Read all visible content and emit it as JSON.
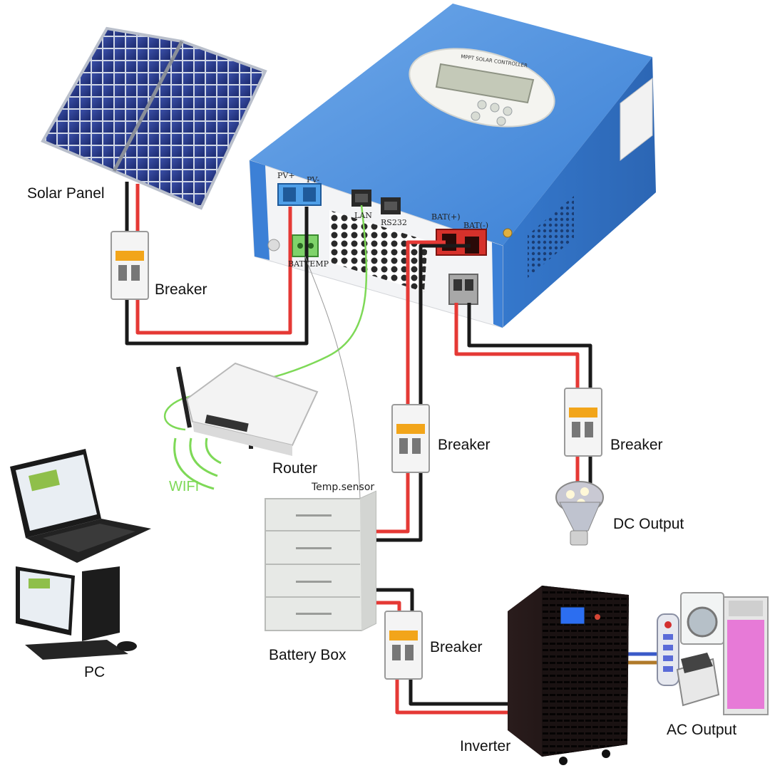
{
  "labels": {
    "solar_panel": "Solar Panel",
    "breaker_top": "Breaker",
    "breaker_battery": "Breaker",
    "breaker_dc": "Breaker",
    "breaker_inverter": "Breaker",
    "router": "Router",
    "wifi": "WIFI",
    "temp_sensor": "Temp.sensor",
    "dc_output": "DC Output",
    "battery_box": "Battery Box",
    "pc": "PC",
    "inverter": "Inverter",
    "ac_output": "AC Output"
  },
  "controller": {
    "title": "MPPT SOLAR CONTROLLER",
    "pv_plus": "PV+",
    "pv_minus": "PV-",
    "lan": "LAN",
    "rs232": "RS232",
    "bat_plus": "BAT(+)",
    "bat_minus": "BAT(-)",
    "bat_temp": "BATTEMP"
  },
  "colors": {
    "controller_blue": "#3f86d8",
    "wire_red": "#e53935",
    "wire_black": "#1a1a1a",
    "wifi_green": "#7ed957"
  }
}
